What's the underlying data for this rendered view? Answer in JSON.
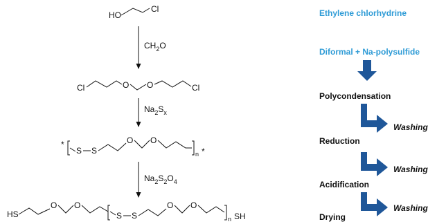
{
  "chemistry": {
    "start": {
      "ho": "HO",
      "cl": "Cl"
    },
    "reagent1": {
      "base": "CH",
      "sub": "2",
      "tail": "O"
    },
    "formal": {
      "cl_left": "Cl",
      "o1": "O",
      "o2": "O",
      "cl_right": "Cl"
    },
    "reagent2": {
      "base": "Na",
      "sub1": "2",
      "mid": "S",
      "sub2": "x"
    },
    "polymer": {
      "star_left": "*",
      "s1": "S",
      "s2": "S",
      "o1": "O",
      "o2": "O",
      "n": "n",
      "star_right": "*"
    },
    "reagent3": {
      "na": "Na",
      "sub1": "2",
      "s": "S",
      "sub2": "2",
      "o": "O",
      "sub3": "4"
    },
    "thiol": {
      "hs": "HS",
      "o1": "O",
      "o2": "O",
      "s1": "S",
      "s2": "S",
      "o3": "O",
      "o4": "O",
      "n": "n",
      "sh": "SH"
    }
  },
  "flow": {
    "title": "Ethylene chlorhydrine",
    "reagents": "Diformal + Na-polysulfide",
    "steps": [
      "Polycondensation",
      "Reduction",
      "Acidification",
      "Drying"
    ],
    "washing": [
      "Washing",
      "Washing",
      "Washing"
    ],
    "colors": {
      "accent_text": "#2e9bd6",
      "arrow": "#1f5799"
    }
  }
}
